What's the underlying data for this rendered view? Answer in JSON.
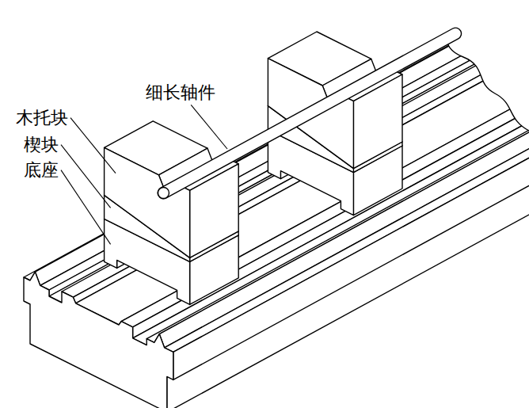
{
  "diagram": {
    "labels": [
      "木托块",
      "楔块",
      "底座",
      "细长轴件"
    ]
  }
}
